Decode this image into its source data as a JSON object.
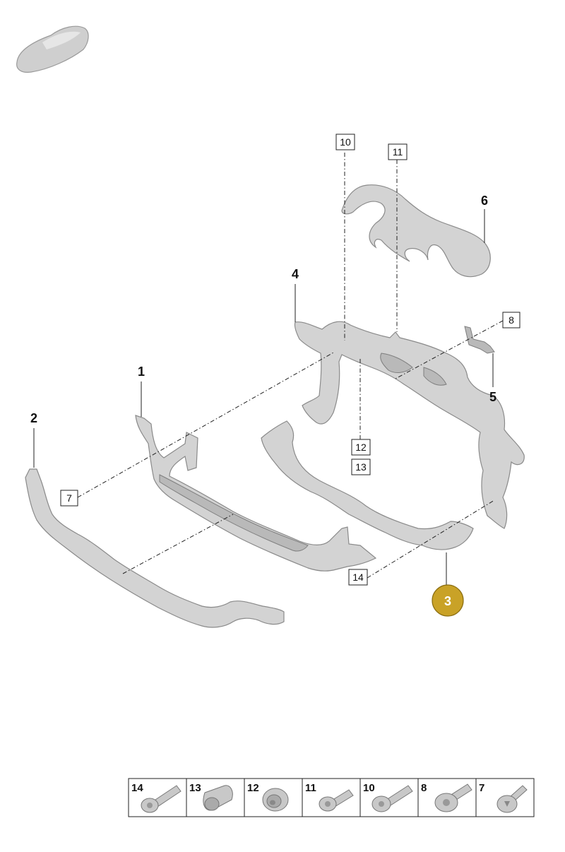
{
  "callouts": {
    "p1": "1",
    "p2": "2",
    "p3": "3",
    "p4": "4",
    "p5": "5",
    "p6": "6",
    "b7": "7",
    "b8": "8",
    "b10": "10",
    "b11": "11",
    "b12": "12",
    "b13": "13",
    "b14": "14"
  },
  "legend": [
    "14",
    "13",
    "12",
    "11",
    "10",
    "8",
    "7"
  ],
  "colors": {
    "highlight": "#c9a227",
    "part_fill": "#d3d3d3",
    "part_stroke": "#8a8a8a"
  },
  "icons": {
    "car": "car-silhouette-icon",
    "hardware": [
      "bolt-icon",
      "sleeve-icon",
      "bushing-icon",
      "bolt-icon",
      "bolt-icon",
      "flange-screw-icon",
      "torx-screw-icon"
    ]
  }
}
